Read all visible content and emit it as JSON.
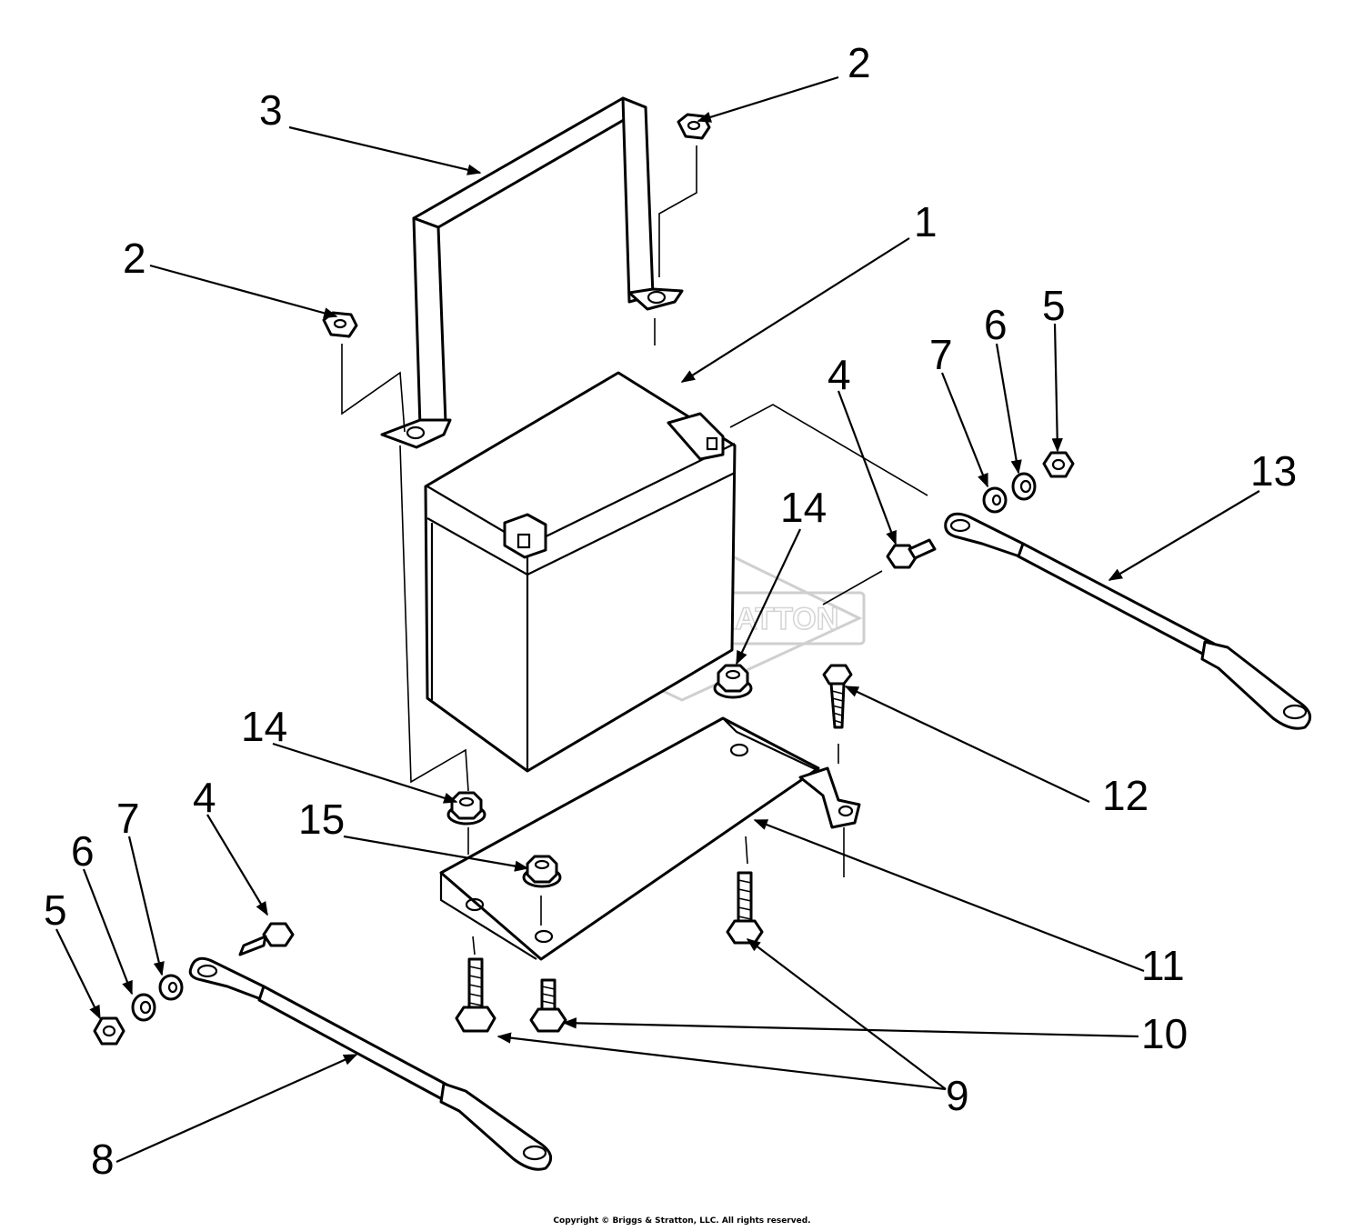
{
  "watermark_text": "BRIGGS&STRATTON",
  "copyright": "Copyright © Briggs & Stratton, LLC. All rights reserved.",
  "callouts": {
    "c1": "1",
    "c2a": "2",
    "c2b": "2",
    "c3": "3",
    "c4a": "4",
    "c4b": "4",
    "c5a": "5",
    "c5b": "5",
    "c6a": "6",
    "c6b": "6",
    "c7a": "7",
    "c7b": "7",
    "c8": "8",
    "c9": "9",
    "c10": "10",
    "c11": "11",
    "c12": "12",
    "c13": "13",
    "c14a": "14",
    "c14b": "14",
    "c15": "15"
  }
}
